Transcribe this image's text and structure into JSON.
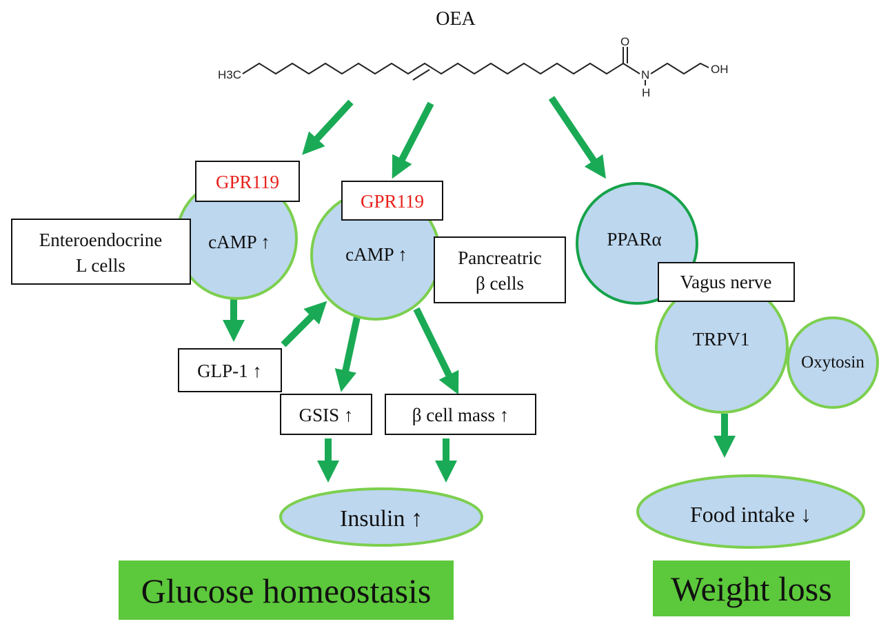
{
  "molecule": {
    "name": "OEA",
    "labels": {
      "methyl": "H3C",
      "oxygen": "O",
      "nitrogen": "N",
      "hydrogen": "H",
      "hydroxyl": "OH"
    }
  },
  "left_pathway": {
    "receptor_l": "GPR119",
    "camp_l": "cAMP ↑",
    "l_cells_line1": "Enteroendocrine",
    "l_cells_line2": "L cells",
    "receptor_b": "GPR119",
    "camp_b": "cAMP ↑",
    "b_cells_line1": "Pancreatric",
    "b_cells_line2": "β cells",
    "glp1": "GLP-1 ↑",
    "gsis": "GSIS ↑",
    "beta_mass": "β cell mass ↑",
    "insulin": "Insulin ↑",
    "outcome": "Glucose homeostasis"
  },
  "right_pathway": {
    "ppar": "PPARα",
    "vagus": "Vagus nerve",
    "trpv1": "TRPV1",
    "oxytosin": "Oxytosin",
    "food_intake": "Food intake ↓",
    "outcome": "Weight loss"
  },
  "colors": {
    "arrow": "#1aaa55",
    "circle_fill": "#bdd7ee",
    "circle_stroke": "#7ccf4e",
    "ppar_stroke": "#16a24a",
    "outcome_fill": "#5cc83b",
    "receptor_text": "#e8201a",
    "text": "#111111"
  }
}
